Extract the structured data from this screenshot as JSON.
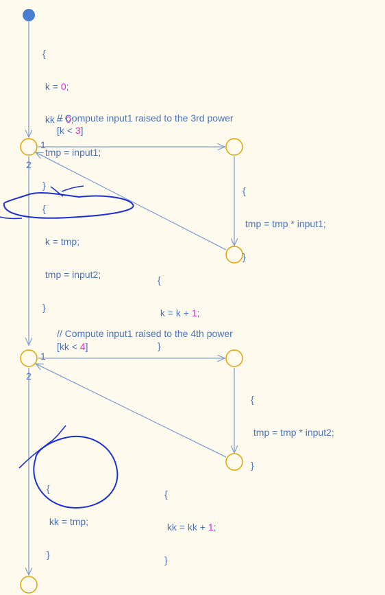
{
  "colors": {
    "background": "#fefbee",
    "wire": "#7f9fd0",
    "junction_stroke": "#e0a400",
    "junction_fill": "#fefbee",
    "code": "#4a72b8",
    "number": "#d62fd6",
    "comment": "#2f7a2f",
    "annotation": "#1a2fd8",
    "default_node": "#4a7ed0"
  },
  "init_action": [
    "{",
    " k = 0;",
    " kk = 0;",
    " tmp = input1;",
    "}"
  ],
  "loop1": {
    "comment": "// Compute input1 raised to the 3rd power",
    "condition": "[k < 3]",
    "body_action": [
      "{",
      " tmp = tmp * input1;",
      "}"
    ],
    "increment_action": [
      "{",
      " k = k + 1;",
      "}"
    ],
    "exit_action": [
      "{",
      " k = tmp;",
      " tmp = input2;",
      "}"
    ],
    "port_true": "1",
    "port_false": "2"
  },
  "loop2": {
    "comment": "// Compute input1 raised to the 4th power",
    "condition": "[kk < 4]",
    "body_action": [
      "{",
      " tmp = tmp * input2;",
      "}"
    ],
    "increment_action": [
      "{",
      " kk = kk + 1;",
      "}"
    ],
    "exit_action": [
      "{",
      " kk = tmp;",
      "}"
    ],
    "port_true": "1",
    "port_false": "2"
  }
}
